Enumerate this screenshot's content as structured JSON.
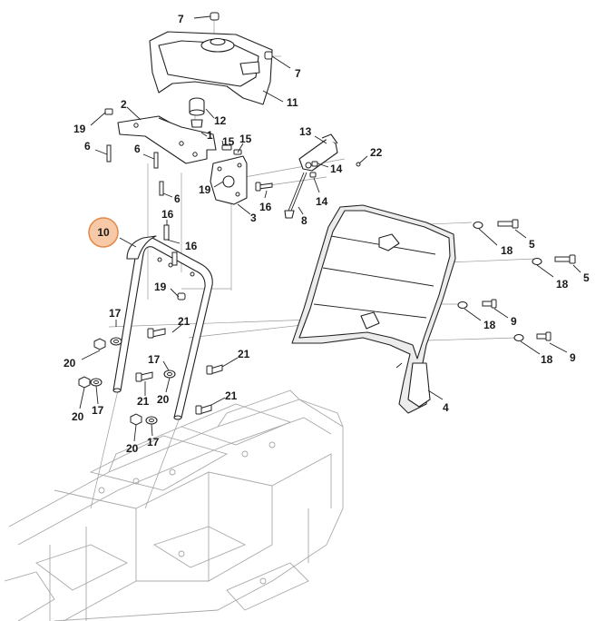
{
  "diagram": {
    "highlight_color": "#f7c9a6",
    "highlight_border": "#e08a4a",
    "labels": [
      {
        "id": "l7a",
        "text": "7"
      },
      {
        "id": "l7b",
        "text": "7"
      },
      {
        "id": "l11",
        "text": "11"
      },
      {
        "id": "l2",
        "text": "2"
      },
      {
        "id": "l12",
        "text": "12"
      },
      {
        "id": "l19a",
        "text": "19"
      },
      {
        "id": "l1",
        "text": "1"
      },
      {
        "id": "l6a",
        "text": "6"
      },
      {
        "id": "l6b",
        "text": "6"
      },
      {
        "id": "l15a",
        "text": "15"
      },
      {
        "id": "l15b",
        "text": "15"
      },
      {
        "id": "l13",
        "text": "13"
      },
      {
        "id": "l22",
        "text": "22"
      },
      {
        "id": "l14a",
        "text": "14"
      },
      {
        "id": "l14b",
        "text": "14"
      },
      {
        "id": "l19b",
        "text": "19"
      },
      {
        "id": "l6c",
        "text": "6"
      },
      {
        "id": "l16a",
        "text": "16"
      },
      {
        "id": "l3",
        "text": "3"
      },
      {
        "id": "l8",
        "text": "8"
      },
      {
        "id": "l16b",
        "text": "16"
      },
      {
        "id": "l16c",
        "text": "16"
      },
      {
        "id": "l10",
        "text": "10"
      },
      {
        "id": "l18a",
        "text": "18"
      },
      {
        "id": "l5a",
        "text": "5"
      },
      {
        "id": "l18b",
        "text": "18"
      },
      {
        "id": "l5b",
        "text": "5"
      },
      {
        "id": "l19c",
        "text": "19"
      },
      {
        "id": "l17a",
        "text": "17"
      },
      {
        "id": "l21a",
        "text": "21"
      },
      {
        "id": "l18c",
        "text": "18"
      },
      {
        "id": "l9a",
        "text": "9"
      },
      {
        "id": "l18d",
        "text": "18"
      },
      {
        "id": "l9b",
        "text": "9"
      },
      {
        "id": "l20a",
        "text": "20"
      },
      {
        "id": "l17b",
        "text": "17"
      },
      {
        "id": "l21b",
        "text": "21"
      },
      {
        "id": "l21c",
        "text": "21"
      },
      {
        "id": "l20b",
        "text": "20"
      },
      {
        "id": "l21d",
        "text": "21"
      },
      {
        "id": "l20c",
        "text": "20"
      },
      {
        "id": "l17c",
        "text": "17"
      },
      {
        "id": "l4",
        "text": "4"
      },
      {
        "id": "l20d",
        "text": "20"
      },
      {
        "id": "l17d",
        "text": "17"
      }
    ]
  }
}
